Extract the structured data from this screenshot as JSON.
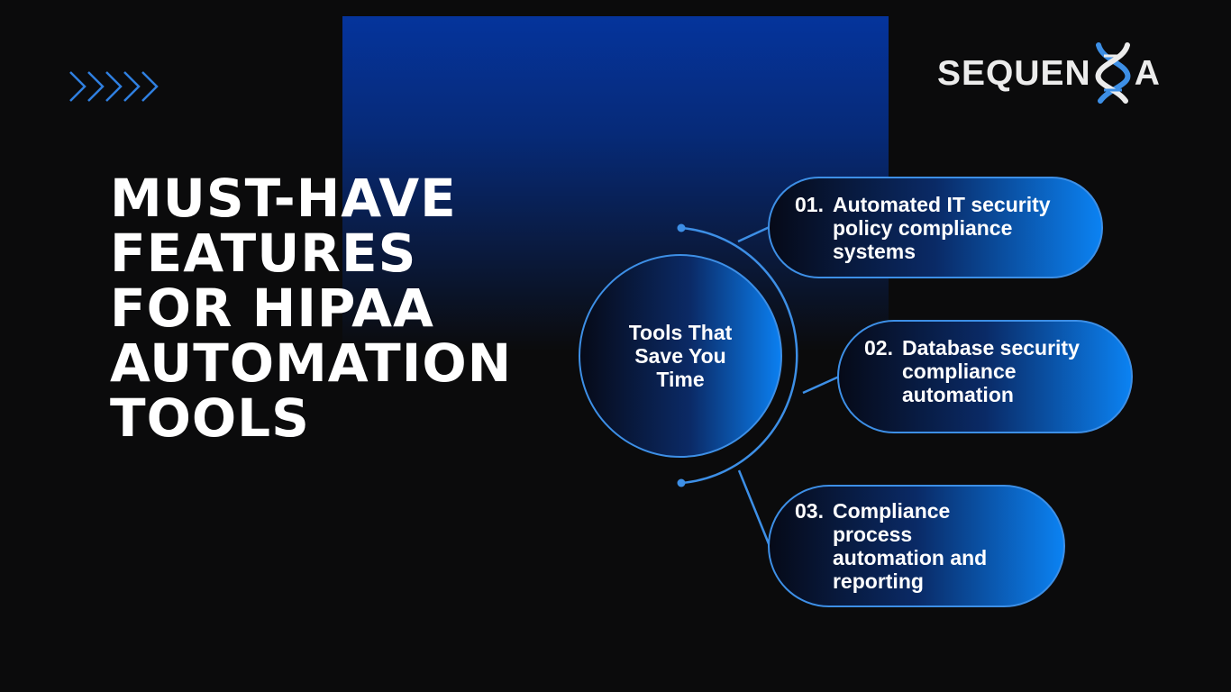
{
  "brand": {
    "logo_text_left": "SEQUEN",
    "logo_text_right": "A",
    "accent_color": "#0b82f2",
    "logo_helix_colors": [
      "#ececec",
      "#3d8fe6"
    ]
  },
  "decor": {
    "chevron_icon": "double-chevron-right-icon",
    "chevron_color": "#2f7fe0"
  },
  "headline": {
    "lines": [
      "MUST-HAVE",
      "FEATURES",
      "FOR HIPAA",
      "AUTOMATION",
      "TOOLS"
    ]
  },
  "hub": {
    "label": "Tools That Save You Time"
  },
  "items": [
    {
      "number": "01.",
      "text": "Automated IT security policy compliance systems"
    },
    {
      "number": "02.",
      "text": "Database security compliance automation"
    },
    {
      "number": "03.",
      "text": "Compliance process automation and reporting"
    }
  ]
}
